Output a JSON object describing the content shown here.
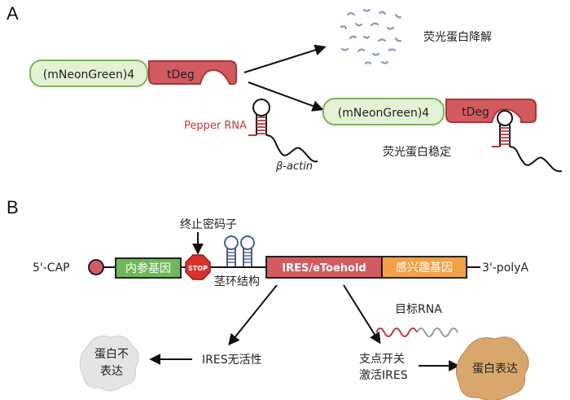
{
  "panels": {
    "a": "A",
    "b": "B"
  },
  "panel_a": {
    "fusion_label": "(mNeonGreen)4",
    "tdeg_label": "tDeg",
    "degraded_label": "荧光蛋白降解",
    "fusion_label_2": "(mNeonGreen)4",
    "tdeg_label_2": "tDeg",
    "pepper_label": "Pepper RNA",
    "actin_label": "β-actin",
    "stable_label": "荧光蛋白稳定"
  },
  "panel_b": {
    "stop_codon_label": "终止密码子",
    "cap_label": "5'-CAP",
    "ref_gene_label": "内参基因",
    "stop_sign": "STOP",
    "stem_label": "茎环结构",
    "ires_label": "IRES/eToehold",
    "goi_label": "感兴趣基因",
    "polya_label": "3'-polyA",
    "target_rna_label": "目标RNA",
    "ires_inactive_label": "IRES无活性",
    "no_expr_line1": "蛋白不",
    "no_expr_line2": "表达",
    "switch_line1": "支点开关",
    "switch_line2": "激活IRES",
    "expr_label": "蛋白表达"
  },
  "colors": {
    "green_fill": "#e3f1d4",
    "green_stroke": "#7bb55a",
    "red_fill": "#d35a5f",
    "red_stroke": "#a8353a",
    "ref_fill": "#6fb85a",
    "goi_fill": "#f0a14a",
    "stop_fill": "#d9322c",
    "pepper_red": "#c0393b",
    "protein_tan": "#d9a66b",
    "protein_grey": "#e4e4e4",
    "stem_blue": "#4a5f8a"
  }
}
